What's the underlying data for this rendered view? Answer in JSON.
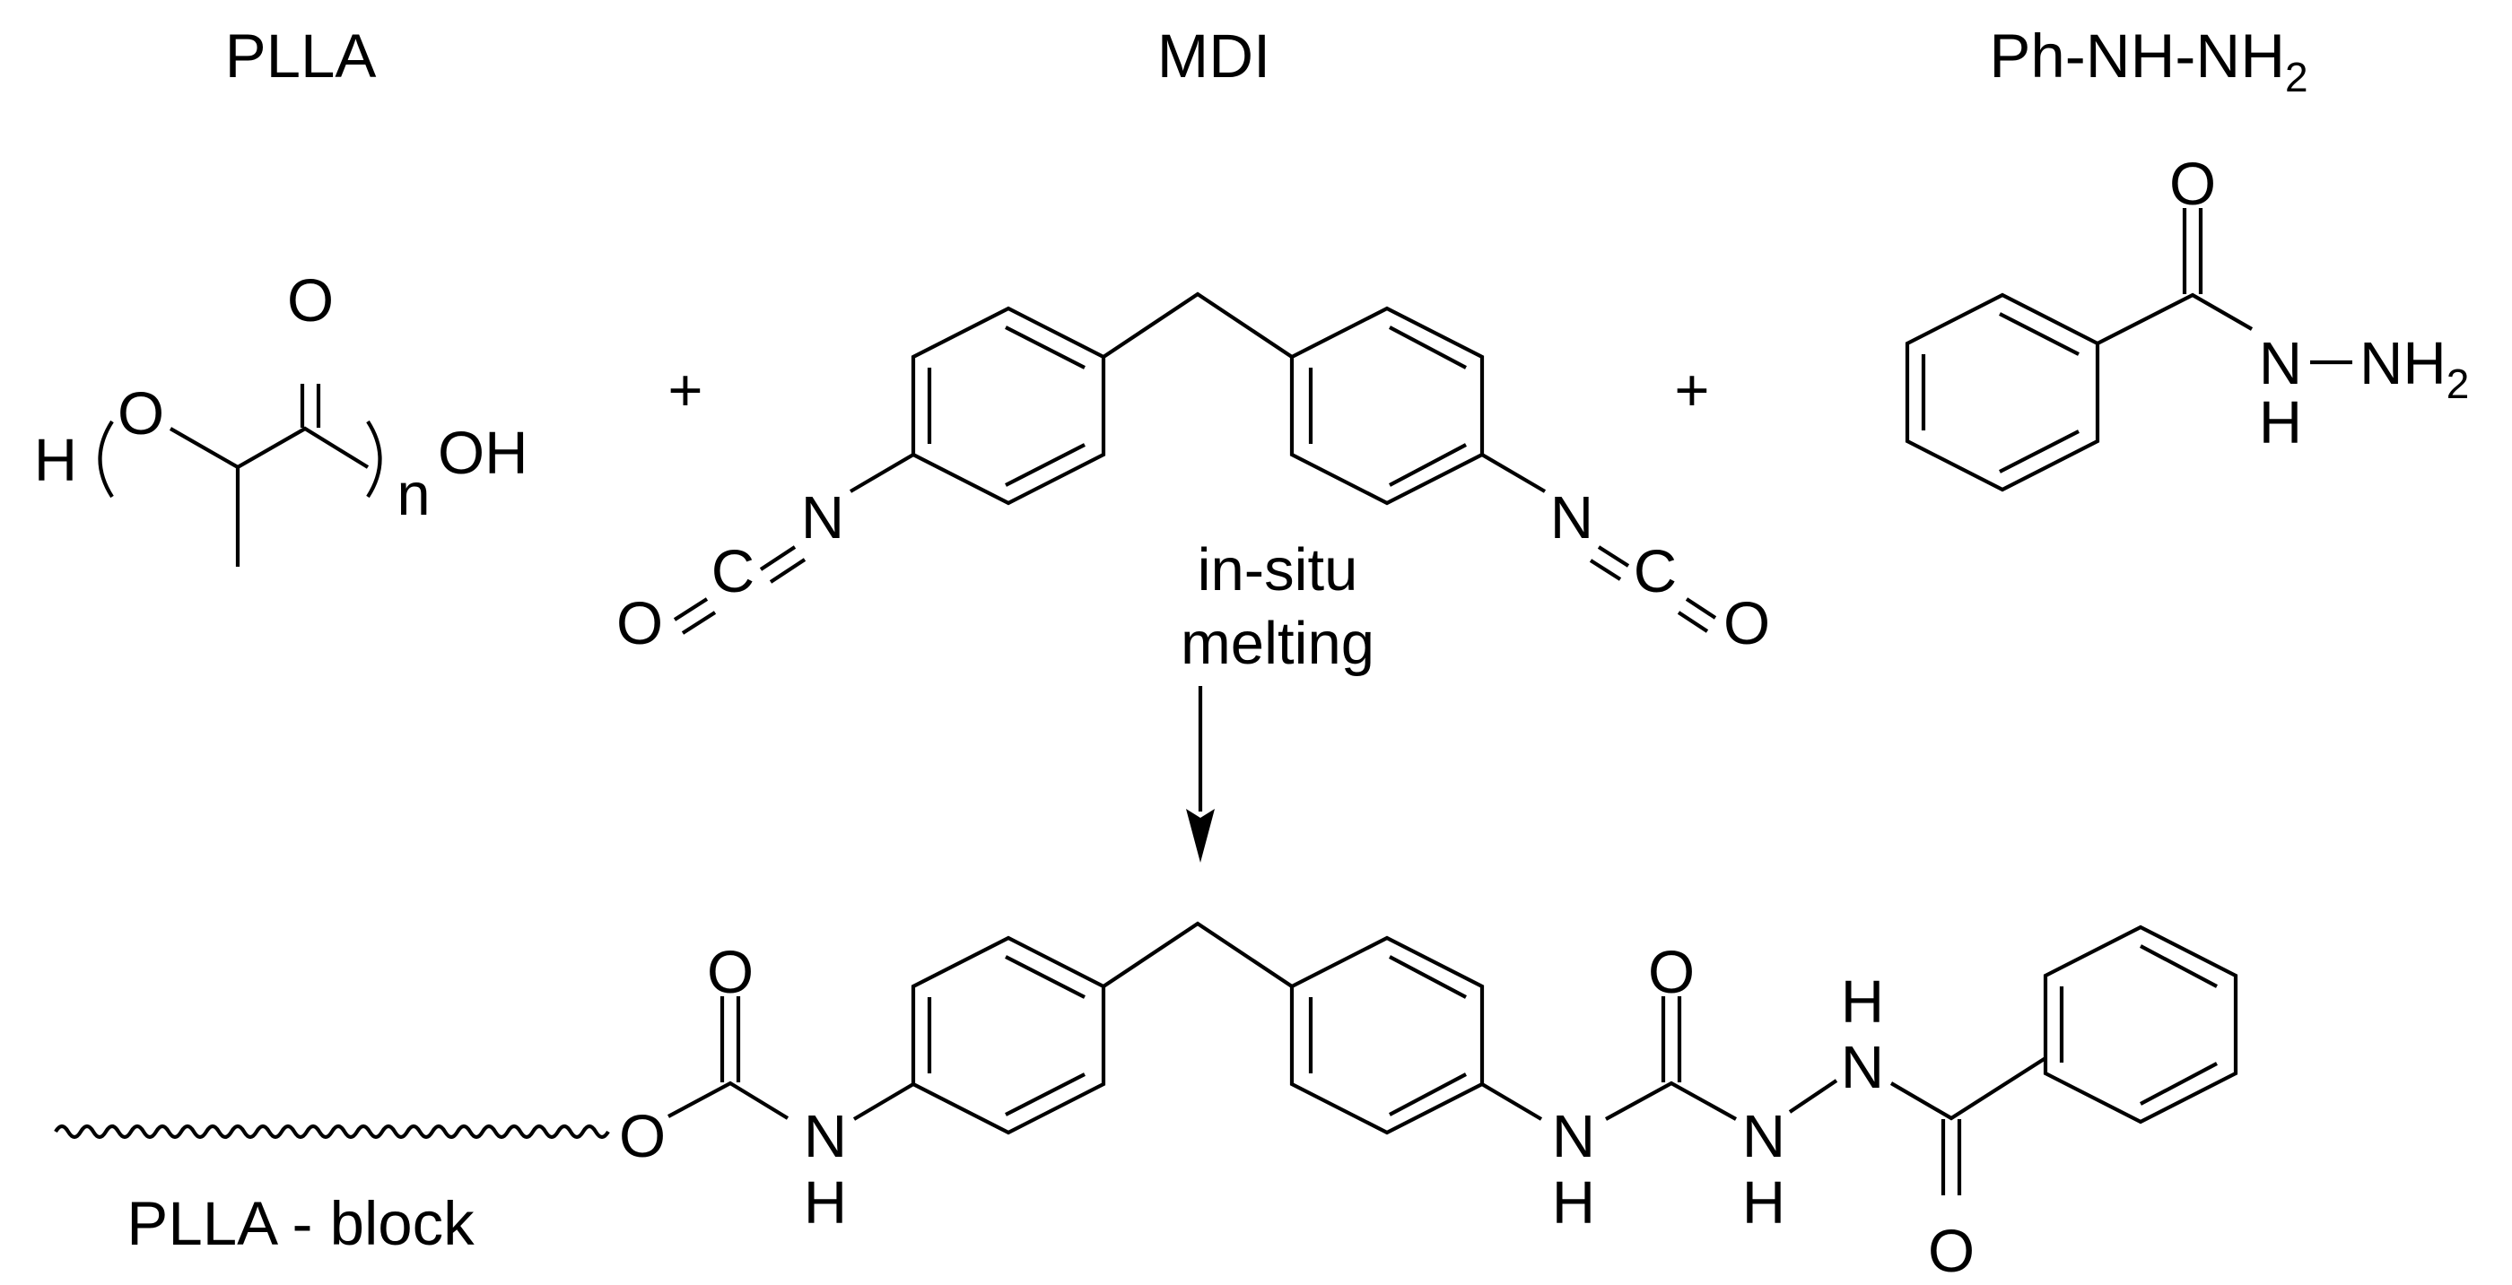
{
  "reactants": {
    "plla": {
      "name": "PLLA",
      "h_left": "H",
      "o_ring": "O",
      "o_carbonyl": "O",
      "n": "n",
      "oh": "OH"
    },
    "mdi": {
      "name": "MDI",
      "n_left": "N",
      "c_left": "C",
      "o_left": "O",
      "n_right": "N",
      "c_right": "C",
      "o_right": "O"
    },
    "hydrazide": {
      "name_main": "Ph-NH-NH",
      "name_sub": "2",
      "o_carbonyl": "O",
      "n1": "N",
      "h1": "H",
      "nh2_main": "NH",
      "nh2_sub": "2"
    },
    "plus1": "+",
    "plus2": "+"
  },
  "arrow": {
    "line1": "in-situ",
    "line2": "melting"
  },
  "product": {
    "block_label": "PLLA - block",
    "o_ester": "O",
    "o_carbamate": "O",
    "n_carbamate": "N",
    "h_carbamate": "H",
    "o_urea": "O",
    "n_urea": "N",
    "h_urea": "H",
    "n_hyd1": "N",
    "h_hyd1": "H",
    "n_hyd2": "N",
    "h_hyd2": "H",
    "o_benzoyl": "O"
  },
  "colors": {
    "ink": "#000000",
    "background": "#ffffff"
  }
}
